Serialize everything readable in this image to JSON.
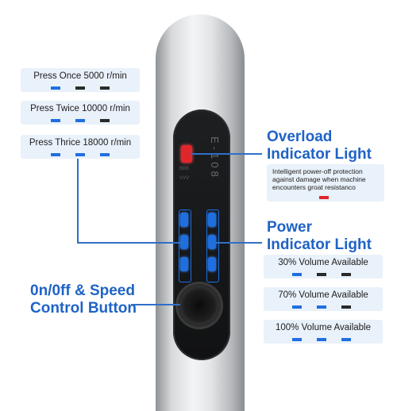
{
  "device": {
    "model_label": "E-108",
    "panel_small_1": "BBB",
    "panel_small_2": "VVV"
  },
  "speed_modes": [
    {
      "label": "Press Once 5000 r/min",
      "segments": [
        "blue",
        "dark",
        "dark"
      ]
    },
    {
      "label": "Press Twice 10000 r/min",
      "segments": [
        "blue",
        "blue",
        "dark"
      ]
    },
    {
      "label": "Press Thrice 18000 r/min",
      "segments": [
        "blue",
        "blue",
        "blue"
      ]
    }
  ],
  "overload": {
    "title_line1": "Overload",
    "title_line2": "Indicator Light",
    "description": "Intelligent power-off protection against damage when machine encounters groat resistanco",
    "marker_color": "red"
  },
  "power": {
    "title_line1": "Power",
    "title_line2": "Indicator Light",
    "levels": [
      {
        "label": "30% Volume Available",
        "segments": [
          "blue",
          "dark",
          "dark"
        ]
      },
      {
        "label": "70% Volume Available",
        "segments": [
          "blue",
          "blue",
          "dark"
        ]
      },
      {
        "label": "100% Volume Available",
        "segments": [
          "blue",
          "blue",
          "blue"
        ]
      }
    ]
  },
  "button": {
    "title_line1": "0n/0ff & Speed",
    "title_line2": "Control Button"
  },
  "colors": {
    "blue": "#1f6fe0",
    "dark": "#2a2a2a",
    "red": "#e0262b",
    "heading": "#1f63c6",
    "box": "#e9f1fa"
  }
}
